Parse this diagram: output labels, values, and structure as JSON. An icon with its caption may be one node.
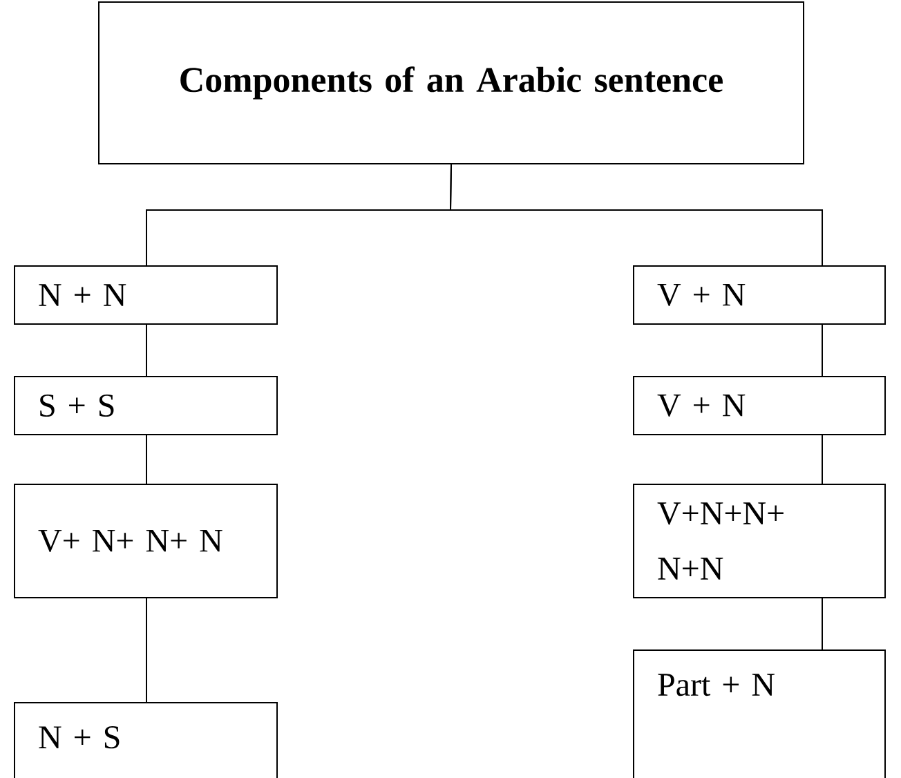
{
  "diagram": {
    "nodes": [
      {
        "text": [
          "Components of an Arabic sentence"
        ]
      },
      {
        "text": [
          "N + N"
        ]
      },
      {
        "text": [
          "S + S"
        ]
      },
      {
        "text": [
          "V+ N+ N+ N"
        ]
      },
      {
        "text": [
          "N + S"
        ]
      },
      {
        "text": [
          "V + N"
        ]
      },
      {
        "text": [
          "V + N"
        ]
      },
      {
        "text": [
          "V+N+N+ N+N"
        ]
      },
      {
        "text": [
          "Part + N"
        ]
      }
    ],
    "edges": [
      {
        "from": 0,
        "to": 1,
        "arrow": "none"
      },
      {
        "from": 0,
        "to": 5,
        "arrow": "none"
      },
      {
        "from": 1,
        "to": 2,
        "arrow": "none"
      },
      {
        "from": 2,
        "to": 3,
        "arrow": "none"
      },
      {
        "from": 3,
        "to": 4,
        "arrow": "none"
      },
      {
        "from": 5,
        "to": 6,
        "arrow": "none"
      },
      {
        "from": 6,
        "to": 7,
        "arrow": "none"
      },
      {
        "from": 7,
        "to": 8,
        "arrow": "none"
      }
    ]
  }
}
